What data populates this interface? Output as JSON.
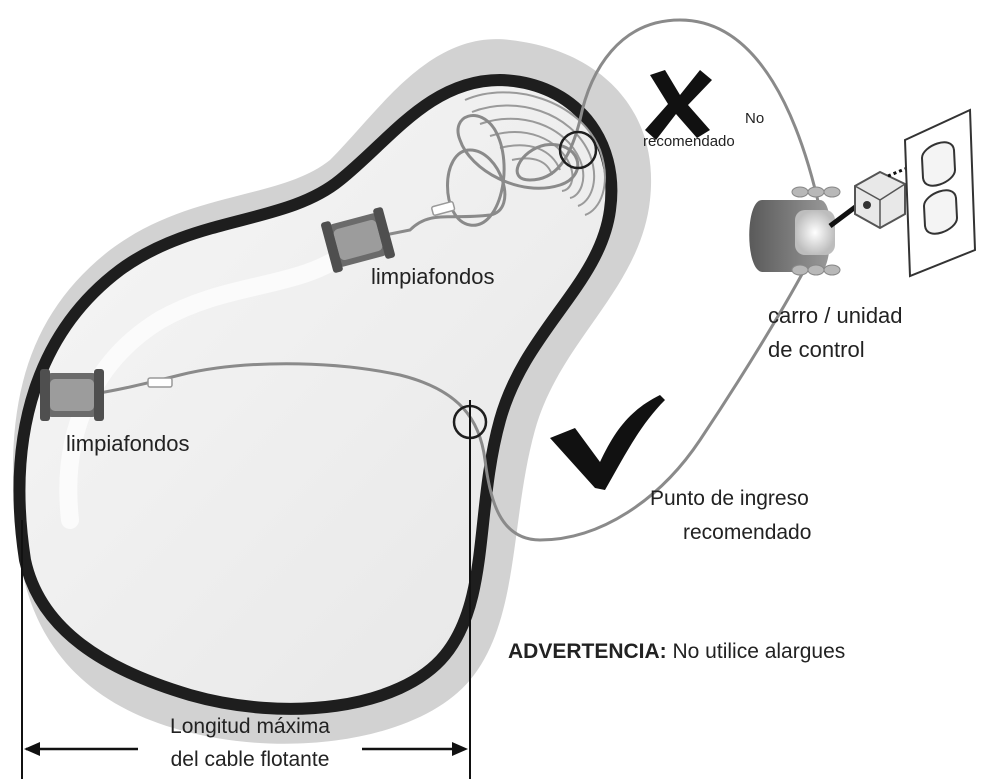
{
  "labels": {
    "cleaner_top": "limpiafondos",
    "cleaner_left": "limpiafondos",
    "not_recommended_line1": "No",
    "not_recommended_line2": "recomendado",
    "control_unit_line1": "carro / unidad",
    "control_unit_line2": "de control",
    "entry_point_line1": "Punto de ingreso",
    "entry_point_line2": "recomendado",
    "warning_prefix": "ADVERTENCIA:",
    "warning_text": " No utilice alargues",
    "max_length_line1": "Longitud máxima",
    "max_length_line2": "del cable flotante"
  },
  "icons": {
    "cross": "cross-icon",
    "check": "check-icon"
  },
  "colors": {
    "pool_wall": "#1e1e1e",
    "pool_floor": "#f1f1f1",
    "pool_shadow": "#cfcfcf",
    "cable": "#8a8a8a",
    "mark": "#111111"
  }
}
